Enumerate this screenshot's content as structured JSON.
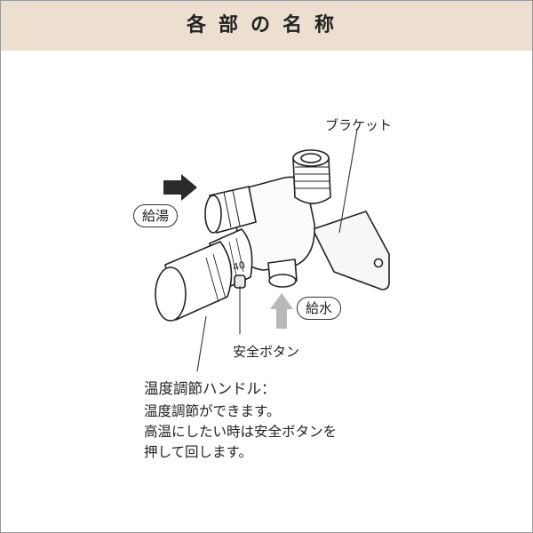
{
  "header": {
    "title": "各部の名称"
  },
  "labels": {
    "bracket": "ブラケット",
    "hot_water": "給湯",
    "cold_water": "給水",
    "safety_button": "安全ボタン",
    "temp_scale": "40"
  },
  "handle": {
    "name": "温度調節ハンドル：",
    "desc_lines": [
      "温度調節ができます。",
      "高温にしたい時は安全ボタンを",
      "押して回します。"
    ]
  },
  "icons": [
    "arrow-right-icon",
    "arrow-up-icon"
  ],
  "colors": {
    "header_bg": "#ecdfd0",
    "arrow": "#2a2a2a",
    "arrow_light": "#b9b9b9"
  }
}
